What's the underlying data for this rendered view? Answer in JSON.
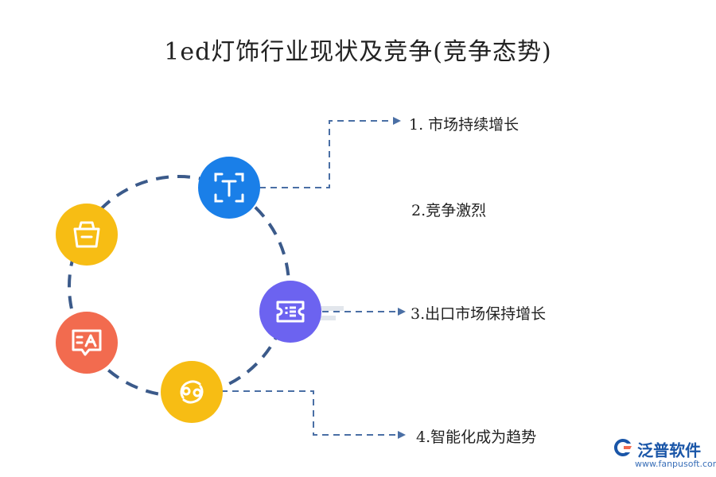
{
  "title": "1ed灯饰行业现状及竞争(竞争态势)",
  "items": [
    {
      "label": "1.  市场持续增长"
    },
    {
      "label": "2.竞争激烈"
    },
    {
      "label": "3.出口市场保持增长"
    },
    {
      "label": "4.智能化成为趋势"
    }
  ],
  "icons": [
    {
      "name": "text-frame-icon",
      "color": "#1a7fe8"
    },
    {
      "name": "ticket-icon",
      "color": "#6c63f0"
    },
    {
      "name": "refresh-icon",
      "color": "#f7bd14"
    },
    {
      "name": "translate-icon",
      "color": "#f26b4f"
    },
    {
      "name": "basket-icon",
      "color": "#f7bd14"
    }
  ],
  "colors": {
    "ring": "#3b5a8a",
    "connector": "#4a6fa5"
  },
  "brand": {
    "name": "泛普软件",
    "url": "www.fanpusoft.com"
  }
}
